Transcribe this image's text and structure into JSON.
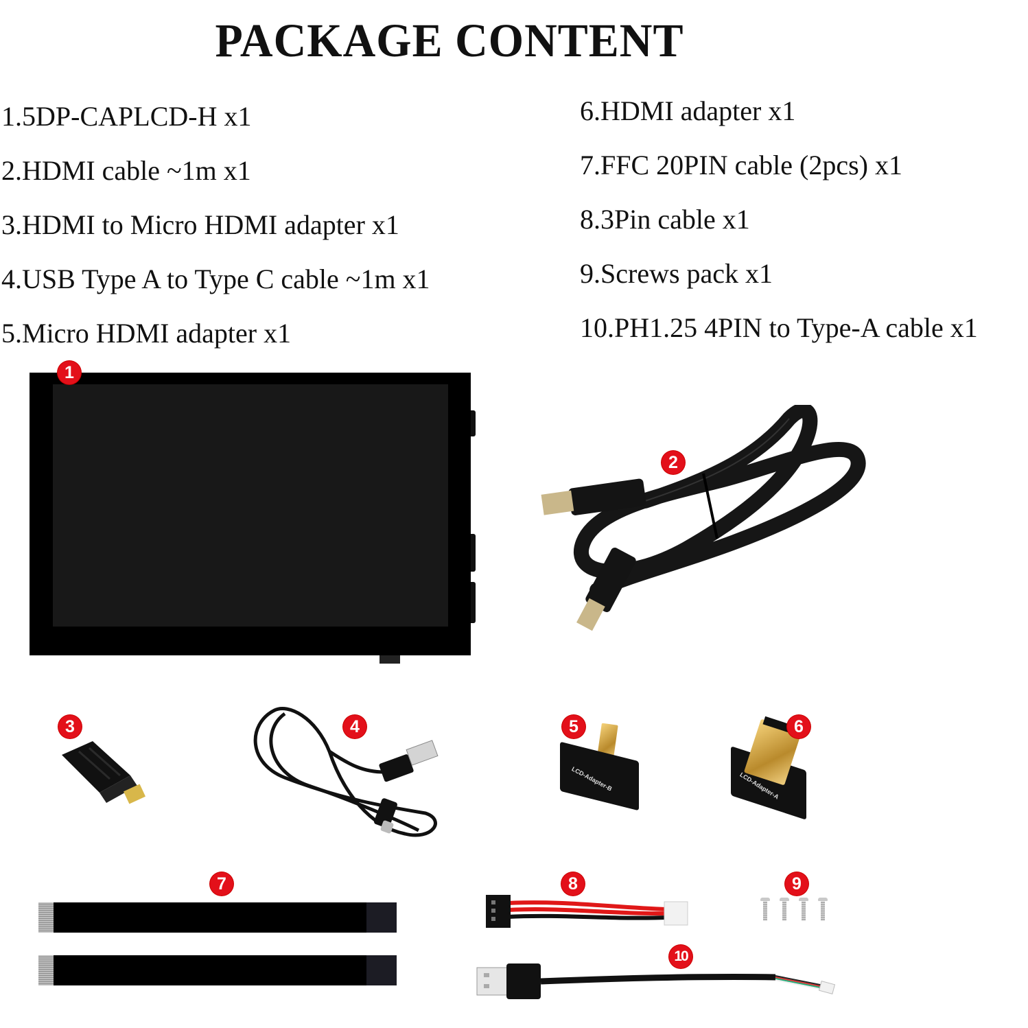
{
  "title": "PACKAGE CONTENT",
  "left_list": [
    "1.5DP-CAPLCD-H x1",
    "2.HDMI cable ~1m x1",
    "3.HDMI to Micro HDMI adapter x1",
    "4.USB Type A to Type C cable ~1m x1",
    "5.Micro HDMI adapter x1"
  ],
  "right_list": [
    "6.HDMI adapter x1",
    "7.FFC 20PIN cable (2pcs) x1",
    "8.3Pin cable x1",
    "9.Screws pack x1",
    "10.PH1.25 4PIN to Type-A cable x1"
  ],
  "badges": [
    "1",
    "2",
    "3",
    "4",
    "5",
    "6",
    "7",
    "8",
    "9",
    "10"
  ],
  "product_labels": {
    "adapter_b": "LCD-Adapter-B",
    "adapter_a": "LCD-Adapter-A"
  },
  "colors": {
    "badge": "#e3101a",
    "lcd_bezel": "#000000",
    "lcd_screen": "#181818",
    "wire_red": "#e01818"
  }
}
